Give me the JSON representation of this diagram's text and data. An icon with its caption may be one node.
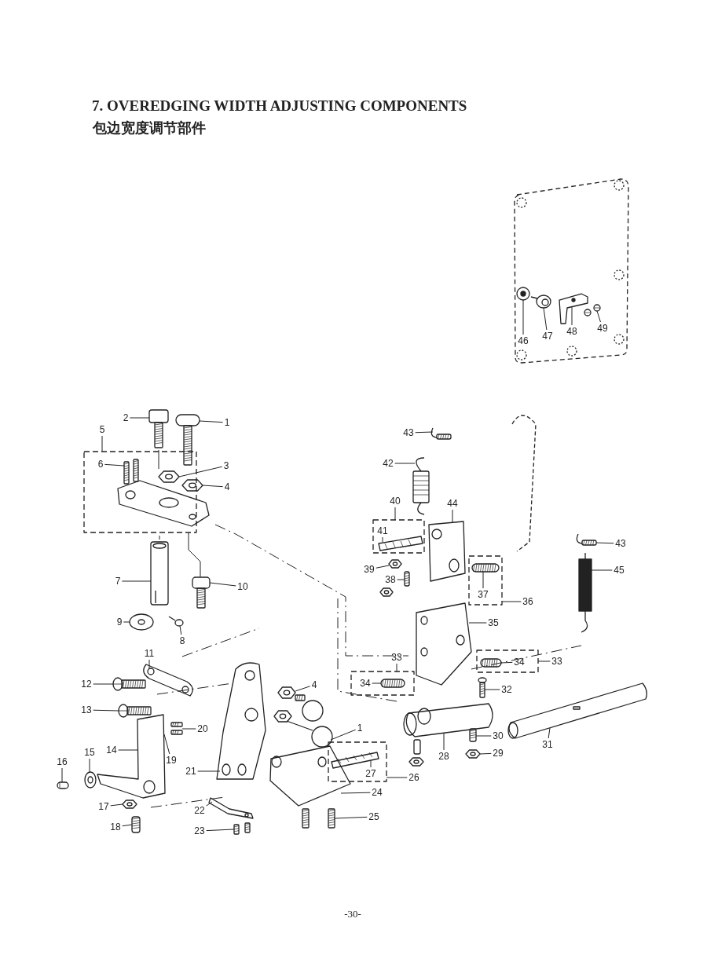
{
  "diagram": {
    "title": "7. OVEREDGING WIDTH ADJUSTING COMPONENTS",
    "nodes": [
      {
        "text": [
          "1"
        ]
      },
      {
        "text": [
          "1"
        ]
      },
      {
        "text": [
          "2"
        ]
      },
      {
        "text": [
          "3"
        ]
      },
      {
        "text": [
          "4"
        ]
      },
      {
        "text": [
          "4"
        ]
      },
      {
        "text": [
          "5"
        ]
      },
      {
        "text": [
          "6"
        ],
        "in": 59
      },
      {
        "text": [
          "7"
        ]
      },
      {
        "text": [
          "8"
        ]
      },
      {
        "text": [
          "9"
        ]
      },
      {
        "text": [
          "10"
        ]
      },
      {
        "text": [
          "11"
        ]
      },
      {
        "text": [
          "12"
        ]
      },
      {
        "text": [
          "13"
        ]
      },
      {
        "text": [
          "14"
        ]
      },
      {
        "text": [
          "15"
        ]
      },
      {
        "text": [
          "16"
        ]
      },
      {
        "text": [
          "17"
        ]
      },
      {
        "text": [
          "18"
        ]
      },
      {
        "text": [
          "19"
        ]
      },
      {
        "text": [
          "20"
        ]
      },
      {
        "text": [
          "21"
        ]
      },
      {
        "text": [
          "22"
        ]
      },
      {
        "text": [
          "23"
        ]
      },
      {
        "text": [
          "24"
        ]
      },
      {
        "text": [
          "25"
        ]
      },
      {
        "text": [
          "26"
        ]
      },
      {
        "text": [
          "27"
        ],
        "in": 80
      },
      {
        "text": [
          "28"
        ]
      },
      {
        "text": [
          "29"
        ]
      },
      {
        "text": [
          "30"
        ]
      },
      {
        "text": [
          "31"
        ]
      },
      {
        "text": [
          "32"
        ]
      },
      {
        "text": [
          "33"
        ]
      },
      {
        "text": [
          "33"
        ]
      },
      {
        "text": [
          "34"
        ],
        "in": 87
      },
      {
        "text": [
          "34"
        ],
        "in": 88
      },
      {
        "text": [
          "35"
        ]
      },
      {
        "text": [
          "36"
        ]
      },
      {
        "text": [
          "37"
        ],
        "in": 92
      },
      {
        "text": [
          "38"
        ]
      },
      {
        "text": [
          "39"
        ]
      },
      {
        "text": [
          "40"
        ]
      },
      {
        "text": [
          "41"
        ],
        "in": 96
      },
      {
        "text": [
          "42"
        ]
      },
      {
        "text": [
          "43"
        ]
      },
      {
        "text": [
          "43"
        ]
      },
      {
        "text": [
          "44"
        ]
      },
      {
        "text": [
          "45"
        ]
      },
      {
        "text": [
          "46"
        ]
      },
      {
        "text": [
          "47"
        ]
      },
      {
        "text": [
          "48"
        ]
      },
      {
        "text": [
          "49"
        ]
      },
      {
        "text": [],
        "shape": "picture"
      },
      {
        "text": [],
        "shape": "picture"
      },
      {
        "text": [],
        "shape": "picture"
      },
      {
        "text": [],
        "shape": "picture"
      },
      {
        "text": [],
        "shape": "picture"
      },
      {
        "text": [],
        "shape": "box"
      },
      {
        "text": [],
        "shape": "picture",
        "in": 59
      },
      {
        "text": [],
        "shape": "picture",
        "in": 59
      },
      {
        "text": [],
        "shape": "picture"
      },
      {
        "text": [],
        "shape": "picture"
      },
      {
        "text": [],
        "shape": "picture"
      },
      {
        "text": [],
        "shape": "picture"
      },
      {
        "text": [],
        "shape": "picture"
      },
      {
        "text": [],
        "shape": "picture"
      },
      {
        "text": [],
        "shape": "picture"
      },
      {
        "text": [],
        "shape": "picture"
      },
      {
        "text": [],
        "shape": "picture"
      },
      {
        "text": [],
        "shape": "picture"
      },
      {
        "text": [],
        "shape": "picture"
      },
      {
        "text": [],
        "shape": "picture"
      },
      {
        "text": [],
        "shape": "picture"
      },
      {
        "text": [],
        "shape": "picture"
      },
      {
        "text": [],
        "shape": "picture"
      },
      {
        "text": [],
        "shape": "picture"
      },
      {
        "text": [],
        "shape": "picture"
      },
      {
        "text": [],
        "shape": "picture"
      },
      {
        "text": [],
        "shape": "box"
      },
      {
        "text": [],
        "shape": "picture",
        "in": 80
      },
      {
        "text": [],
        "shape": "picture"
      },
      {
        "text": [],
        "shape": "picture"
      },
      {
        "text": [],
        "shape": "picture"
      },
      {
        "text": [],
        "shape": "picture"
      },
      {
        "text": [],
        "shape": "picture"
      },
      {
        "text": [],
        "shape": "box"
      },
      {
        "text": [],
        "shape": "box"
      },
      {
        "text": [],
        "shape": "picture",
        "in": 87
      },
      {
        "text": [],
        "shape": "picture",
        "in": 88
      },
      {
        "text": [],
        "shape": "picture"
      },
      {
        "text": [],
        "shape": "box"
      },
      {
        "text": [],
        "shape": "picture",
        "in": 92
      },
      {
        "text": [],
        "shape": "picture"
      },
      {
        "text": [],
        "shape": "picture"
      },
      {
        "text": [],
        "shape": "box"
      },
      {
        "text": [],
        "shape": "picture",
        "in": 96
      },
      {
        "text": [],
        "shape": "picture"
      },
      {
        "text": [],
        "shape": "picture"
      },
      {
        "text": [],
        "shape": "picture"
      },
      {
        "text": [],
        "shape": "picture"
      },
      {
        "text": [],
        "shape": "picture"
      },
      {
        "text": [],
        "shape": "picture"
      },
      {
        "text": [],
        "shape": "picture"
      },
      {
        "text": [],
        "shape": "picture"
      },
      {
        "text": [],
        "shape": "picture"
      }
    ],
    "edges": [
      {
        "from": 0,
        "to": 54,
        "arrow": "none"
      },
      {
        "from": 1,
        "to": 55,
        "arrow": "none"
      },
      {
        "from": 2,
        "to": 56,
        "arrow": "none"
      },
      {
        "from": 3,
        "to": 61,
        "arrow": "none"
      },
      {
        "from": 4,
        "to": 57,
        "arrow": "none"
      },
      {
        "from": 5,
        "to": 58,
        "arrow": "none"
      },
      {
        "from": 6,
        "to": 59,
        "arrow": "none"
      },
      {
        "from": 7,
        "to": 60,
        "arrow": "none"
      },
      {
        "from": 8,
        "to": 62,
        "arrow": "none"
      },
      {
        "from": 9,
        "to": 63,
        "arrow": "none"
      },
      {
        "from": 10,
        "to": 64,
        "arrow": "none"
      },
      {
        "from": 11,
        "to": 65,
        "arrow": "none"
      },
      {
        "from": 12,
        "to": 66,
        "arrow": "none"
      },
      {
        "from": 13,
        "to": 67,
        "arrow": "none"
      },
      {
        "from": 14,
        "to": 68,
        "arrow": "none"
      },
      {
        "from": 15,
        "to": 69,
        "arrow": "none"
      },
      {
        "from": 16,
        "to": 70,
        "arrow": "none"
      },
      {
        "from": 17,
        "to": 71,
        "arrow": "none"
      },
      {
        "from": 18,
        "to": 72,
        "arrow": "none"
      },
      {
        "from": 19,
        "to": 73,
        "arrow": "none"
      },
      {
        "from": 20,
        "to": 69,
        "arrow": "none"
      },
      {
        "from": 21,
        "to": 74,
        "arrow": "none"
      },
      {
        "from": 22,
        "to": 75,
        "arrow": "none"
      },
      {
        "from": 23,
        "to": 76,
        "arrow": "none"
      },
      {
        "from": 24,
        "to": 77,
        "arrow": "none"
      },
      {
        "from": 25,
        "to": 78,
        "arrow": "none"
      },
      {
        "from": 26,
        "to": 79,
        "arrow": "none"
      },
      {
        "from": 27,
        "to": 80,
        "arrow": "none"
      },
      {
        "from": 28,
        "to": 81,
        "arrow": "none"
      },
      {
        "from": 29,
        "to": 82,
        "arrow": "none"
      },
      {
        "from": 30,
        "to": 83,
        "arrow": "none"
      },
      {
        "from": 31,
        "to": 84,
        "arrow": "none"
      },
      {
        "from": 32,
        "to": 85,
        "arrow": "none"
      },
      {
        "from": 33,
        "to": 86,
        "arrow": "none"
      },
      {
        "from": 34,
        "to": 87,
        "arrow": "none"
      },
      {
        "from": 35,
        "to": 88,
        "arrow": "none"
      },
      {
        "from": 36,
        "to": 89,
        "arrow": "none"
      },
      {
        "from": 37,
        "to": 90,
        "arrow": "none"
      },
      {
        "from": 38,
        "to": 91,
        "arrow": "none"
      },
      {
        "from": 39,
        "to": 92,
        "arrow": "none"
      },
      {
        "from": 40,
        "to": 93,
        "arrow": "none"
      },
      {
        "from": 41,
        "to": 94,
        "arrow": "none"
      },
      {
        "from": 42,
        "to": 95,
        "arrow": "none"
      },
      {
        "from": 43,
        "to": 96,
        "arrow": "none"
      },
      {
        "from": 44,
        "to": 97,
        "arrow": "none"
      },
      {
        "from": 45,
        "to": 98,
        "arrow": "none"
      },
      {
        "from": 46,
        "to": 99,
        "arrow": "none"
      },
      {
        "from": 47,
        "to": 100,
        "arrow": "none"
      },
      {
        "from": 48,
        "to": 101,
        "arrow": "none"
      },
      {
        "from": 49,
        "to": 102,
        "arrow": "none"
      },
      {
        "from": 50,
        "to": 103,
        "arrow": "none"
      },
      {
        "from": 51,
        "to": 104,
        "arrow": "none"
      },
      {
        "from": 52,
        "to": 105,
        "arrow": "none"
      },
      {
        "from": 53,
        "to": 106,
        "arrow": "none"
      },
      {
        "from": 59,
        "to": 65,
        "arrow": "none"
      }
    ],
    "labels": [
      "包边宽度调节部件",
      "-30-"
    ]
  }
}
